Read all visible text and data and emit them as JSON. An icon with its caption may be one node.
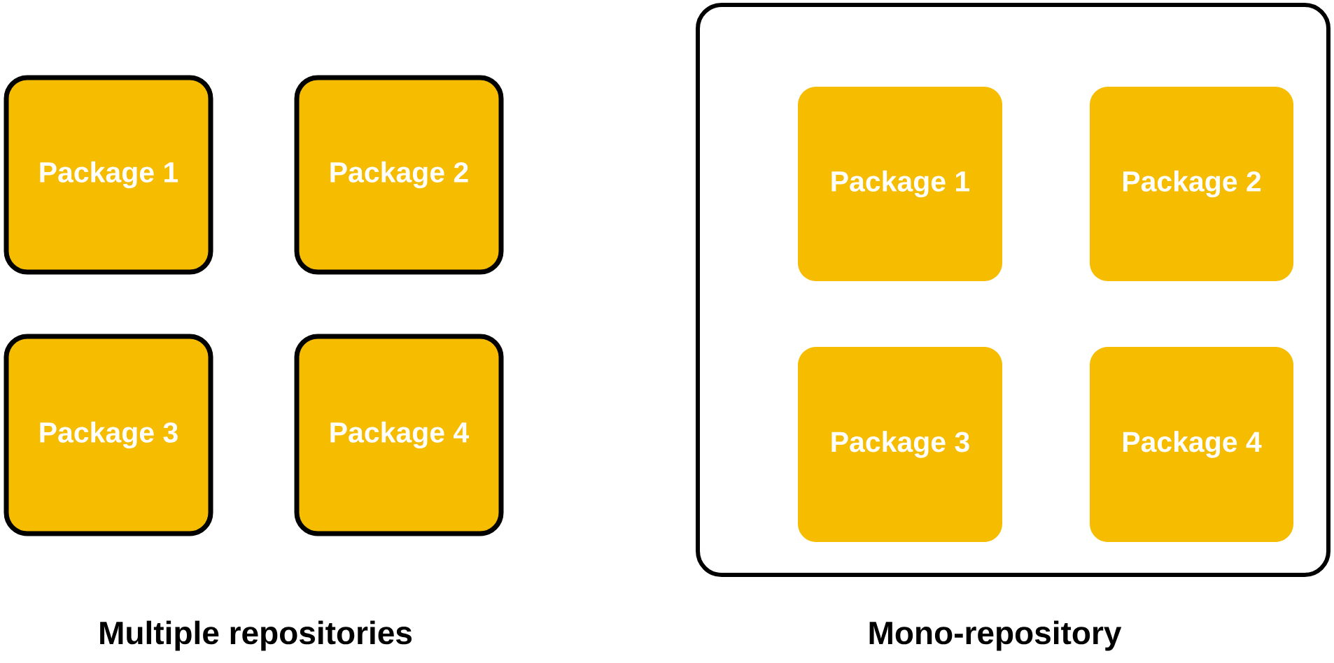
{
  "diagram": {
    "nodes": [
      {
        "text": [
          "Package 1"
        ]
      },
      {
        "text": [
          "Package 2"
        ]
      },
      {
        "text": [
          "Package 3"
        ]
      },
      {
        "text": [
          "Package 4"
        ]
      },
      {
        "text": [],
        "shape": "box"
      },
      {
        "text": [
          "Package 1"
        ],
        "in": 4
      },
      {
        "text": [
          "Package 2"
        ],
        "in": 4
      },
      {
        "text": [
          "Package 3"
        ],
        "in": 4
      },
      {
        "text": [
          "Package 4"
        ],
        "in": 4
      }
    ],
    "labels": [
      "Multiple repositories",
      "Mono-repository"
    ]
  }
}
